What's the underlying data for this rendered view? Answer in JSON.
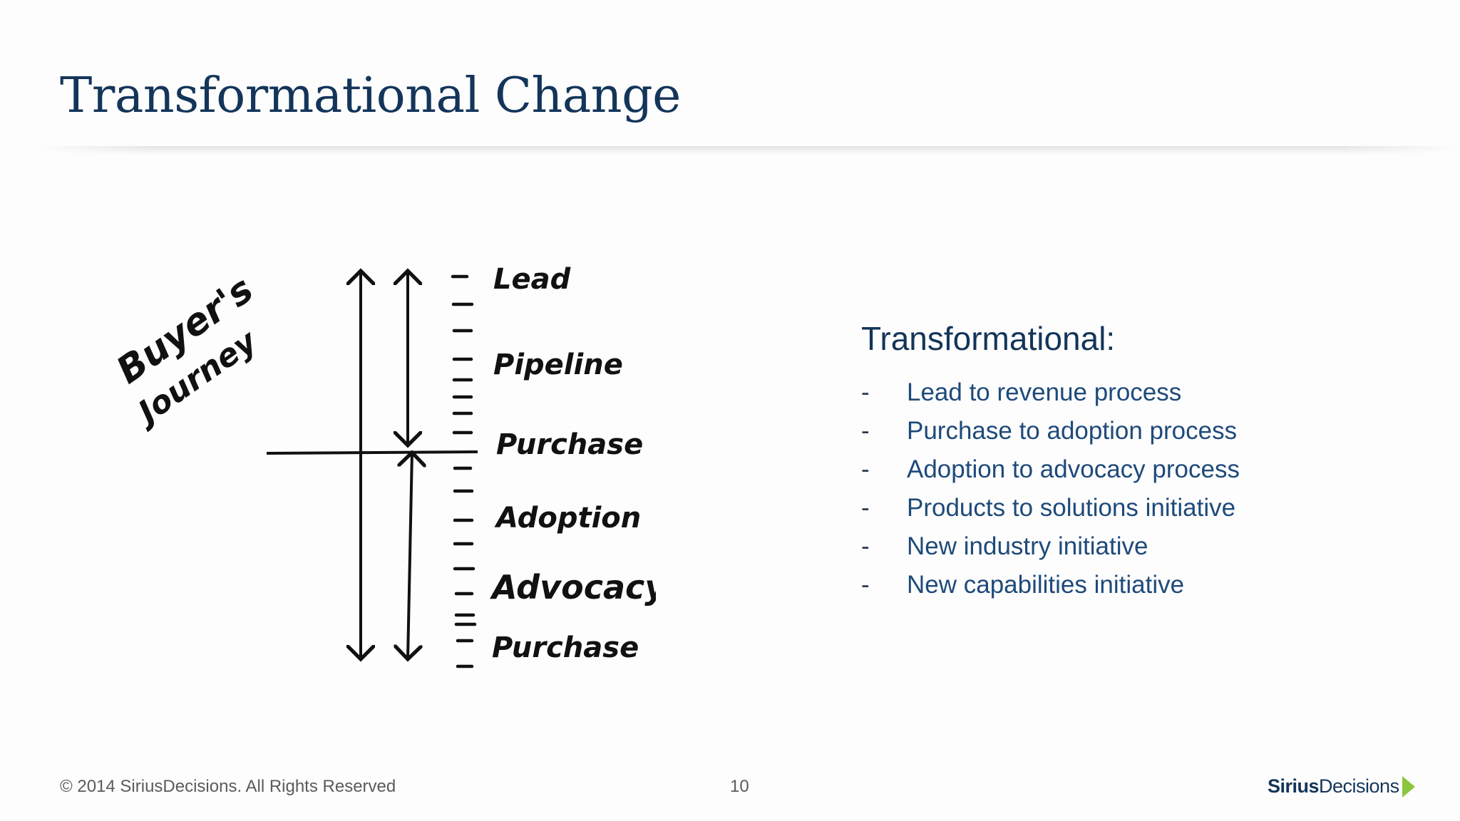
{
  "slide": {
    "title": "Transformational Change"
  },
  "diagram": {
    "side_label_line1": "Buyer's",
    "side_label_line2": "Journey",
    "stages": [
      "Lead",
      "Pipeline",
      "Purchase",
      "Adoption",
      "Advocacy",
      "Purchase"
    ]
  },
  "content": {
    "heading": "Transformational:",
    "bullet_marker": "-",
    "bullets": [
      "Lead to revenue process",
      "Purchase to adoption process",
      "Adoption to advocacy process",
      "Products to solutions initiative",
      "New industry initiative",
      "New capabilities initiative"
    ]
  },
  "footer": {
    "copyright": "© 2014 SiriusDecisions. All Rights Reserved",
    "page_number": "10",
    "logo_bold": "Sirius",
    "logo_regular": "Decisions"
  },
  "colors": {
    "title": "#14355a",
    "bullet_text": "#1e4a7a",
    "logo_accent": "#8cc63f"
  }
}
